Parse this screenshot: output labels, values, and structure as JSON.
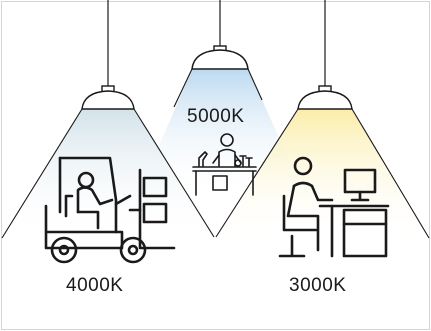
{
  "labels": {
    "center": "5000K",
    "left": "4000K",
    "right": "3000K"
  },
  "icons": {
    "lamps": [
      "pendant-lamp-icon",
      "pendant-lamp-icon",
      "pendant-lamp-icon"
    ],
    "left_scene": "forklift-icon",
    "center_scene": "laboratory-scientist-icon",
    "right_scene": "office-desk-worker-icon"
  },
  "colors": {
    "beam_4000k": "#dfe9ee",
    "beam_5000k": "#cfe3f3",
    "beam_3000k": "#fbf1bf",
    "outline": "#1a1a1a"
  }
}
